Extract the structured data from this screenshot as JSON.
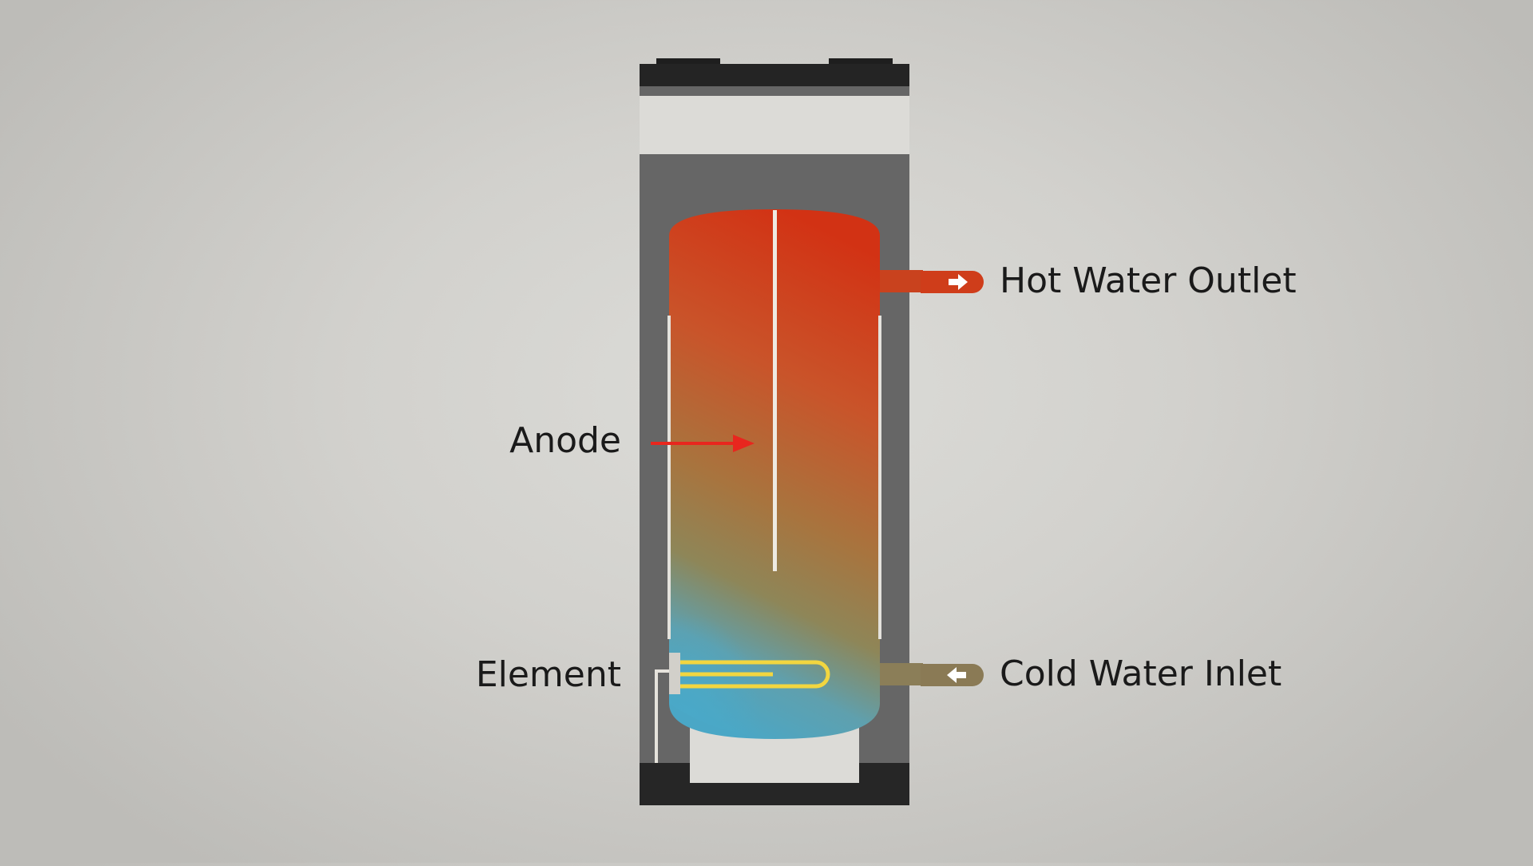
{
  "labels": {
    "hot_water_outlet": "Hot Water Outlet",
    "anode": "Anode",
    "element": "Element",
    "cold_water_inlet": "Cold Water Inlet"
  },
  "colors": {
    "background": "#d4d3cf",
    "cabinet": "#666666",
    "cabinet_trim": "#262626",
    "insulation_cap": "#dcdcd8",
    "hot_water": "#cf3318",
    "warm_water": "#b96a33",
    "cold_water": "#4fa8c4",
    "element_coil": "#f2d640",
    "anode_arrow": "#e8261e",
    "hot_connector": "#cf3d1a",
    "cold_connector": "#8a7a55"
  },
  "icons": {
    "hot_outlet": "arrow-right-icon",
    "cold_inlet": "arrow-left-icon"
  }
}
